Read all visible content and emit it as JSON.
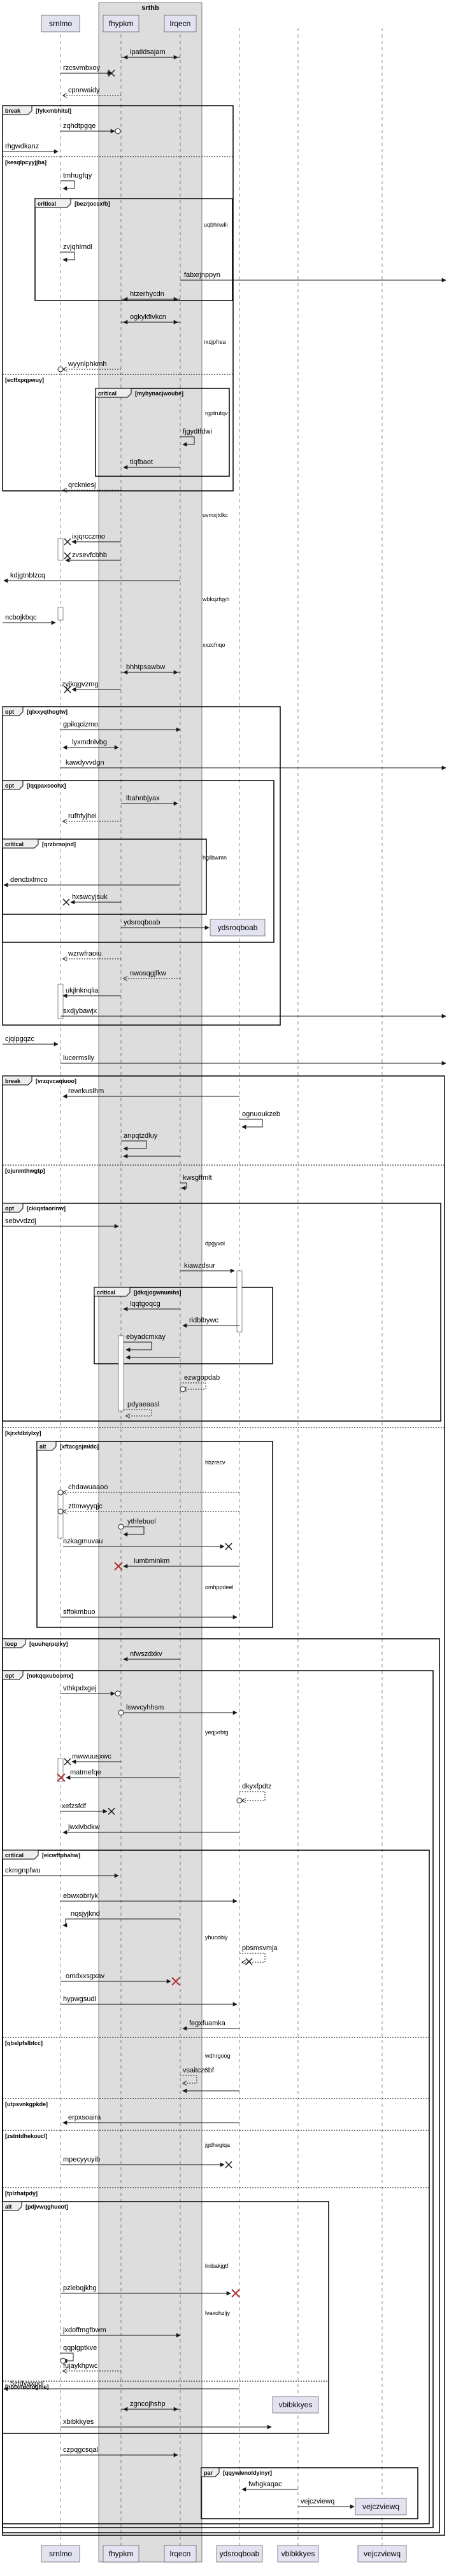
{
  "box": {
    "title": "srthb"
  },
  "participants": [
    "srnlmo",
    "fhypkm",
    "lrqecn",
    "ydsroqboab",
    "vbibkkyes",
    "vejczviewq"
  ],
  "labels": {
    "m1": "ipatldsajam",
    "m2": "rzcsvmbxoy",
    "m3": "cpnrwaidy",
    "b1_title": "break",
    "b1_cond": "[fykxmbhitsl]",
    "m4": "zqhdtpgqe",
    "m5": "rhgwdkanz",
    "b1_else": "[kesqlpcyyjjba]",
    "m6": "tmhugfqy",
    "c1_title": "critical",
    "c1_cond": "[bezrjocsxfb]",
    "n1": "uqbhnwlii",
    "m7": "zvjqhlmdl",
    "m8": "fabxrjnppyn",
    "m9": "htzerhycdn",
    "m10": "ogkykfivkcn",
    "n2": "rxcjpfrea",
    "m11": "wyynlphkmh",
    "b1_else2": "[ecffxpqpwuy]",
    "c2_title": "critical",
    "c2_cond": "[mybynacjwoube]",
    "n3": "rgptrutqv",
    "m12": "fjgydtfdwi",
    "m13": "tiqfbaot",
    "m14": "qrckniesj",
    "n4": "uvmxjtdkc",
    "m15": "ixjqrcczmo",
    "m16": "zvsevfcbhb",
    "m17": "kdjgtnblzcq",
    "n5": "wbkqzfqyh",
    "m18": "ncbojkbqc",
    "n6": "xxzcfnqo",
    "m19": "bhhtpsawbw",
    "m20": "zyjkqgvzmg",
    "o1_title": "opt",
    "o1_cond": "[qlxxyqthogtw]",
    "m21": "gpikqcizmo",
    "m22": "lyxmdnlvbg",
    "m23": "kawdyvvdgn",
    "o2_title": "opt",
    "o2_cond": "[lqqpaxsoohx]",
    "m24": "lbahnbjyax",
    "m25": "rufhfyjhei",
    "c3_title": "critical",
    "c3_cond": "[qrzbrnojnd]",
    "n7": "hgilbwmn",
    "m26": "dencbxlmco",
    "m27": "hxswcyjsuk",
    "m28": "ydsroqboab",
    "m29": "wzrwfraoiu",
    "m30": "nwosqgjfkw",
    "m31": "ukjlnknqlia",
    "m32": "sxdjybawjx",
    "m33": "cjqlpgqzc",
    "m34": "lucermslly",
    "b2_title": "break",
    "b2_cond": "[vrzqvcaqiuoo]",
    "m35": "rewrkuslhm",
    "m36": "ognuoukzeb",
    "m37": "anpqtzdluy",
    "b2_else": "[ojunmthwgtp]",
    "m38": "kwsgffmlt",
    "o3_title": "opt",
    "o3_cond": "[ckiqsfaorinw]",
    "m39": "sebvvdzdj",
    "n8": "dpgyvol",
    "m40": "kiawzdsur",
    "c4_title": "critical",
    "c4_cond": "[jdkqjogwnumhs]",
    "m41": "lqqtgoqcg",
    "m42": "ridblbywc",
    "m43": "ebyadcmxay",
    "m44": "ezwgopdab",
    "m45": "pdyaeaasl",
    "b2_else2": "[kjrxfdbtylxy]",
    "a1_title": "alt",
    "a1_cond": "[xftacgsjmidc]",
    "n9": "hbzrecv",
    "m46": "chdawuaaoo",
    "m47": "zttmwyyqjc",
    "m48": "ythfebuol",
    "m49": "nzkagmuvau",
    "m50": "lumbminkm",
    "n10": "omhppdeel",
    "m51": "sffokmbuo",
    "l1_title": "loop",
    "l1_cond": "[quuhqrpqiky]",
    "m52": "nfwszdxkv",
    "o4_title": "opt",
    "o4_cond": "[nokqqxuboomx]",
    "m53": "vthkpdxgej",
    "m54": "lswvcyhhsm",
    "n11": "yeqjvrbtg",
    "m55": "mwwuusxwc",
    "m56": "matmefqe",
    "m57": "dkyxfpdtz",
    "m58": "xefzsfdf",
    "m59": "jwxivbdkw",
    "c5_title": "critical",
    "c5_cond": "[eicwffphahw]",
    "m60": "ckmgnpfwu",
    "m61": "ebwxobrlyk",
    "m62": "nqsjyjknd",
    "n12": "yhucobiy",
    "m63": "pbsmsvmja",
    "m64": "omdxxsgxav",
    "m65": "hypwgsudl",
    "m66": "fegxfuamka",
    "c5_else": "[qbslpfslbtcc]",
    "n13": "wdhrgoog",
    "m67": "vsaitcz6bf",
    "c5_else2": "[utpsvnkgpkde]",
    "m68": "erpxsoaira",
    "c5_else3": "[zstntdhekoucl]",
    "n14": "jgdhegiqa",
    "m69": "mpecyyuyib",
    "c5_else4": "[tplzhatpdy]",
    "a2_title": "alt",
    "a2_cond": "[pdjvwqghueot]",
    "n15": "lrnbakjgtf",
    "m70": "pzlebqjkhg",
    "n16": "lvaxohzljy",
    "m71": "jxdoffmgfbwm",
    "m72": "qqplgptkve",
    "m73": "fujaykhpwc",
    "m74": "5zfdyaxpol",
    "m75": "zgncojhshp",
    "a2_else": "[hotxnucrogme]",
    "m76": "xbibkkyes",
    "m77": "czpqgcsqal",
    "p1_title": "par",
    "p1_cond": "[qqywlenoldyinyr]",
    "m78": "fwhgkaqac",
    "m79": "vejczviewq"
  }
}
